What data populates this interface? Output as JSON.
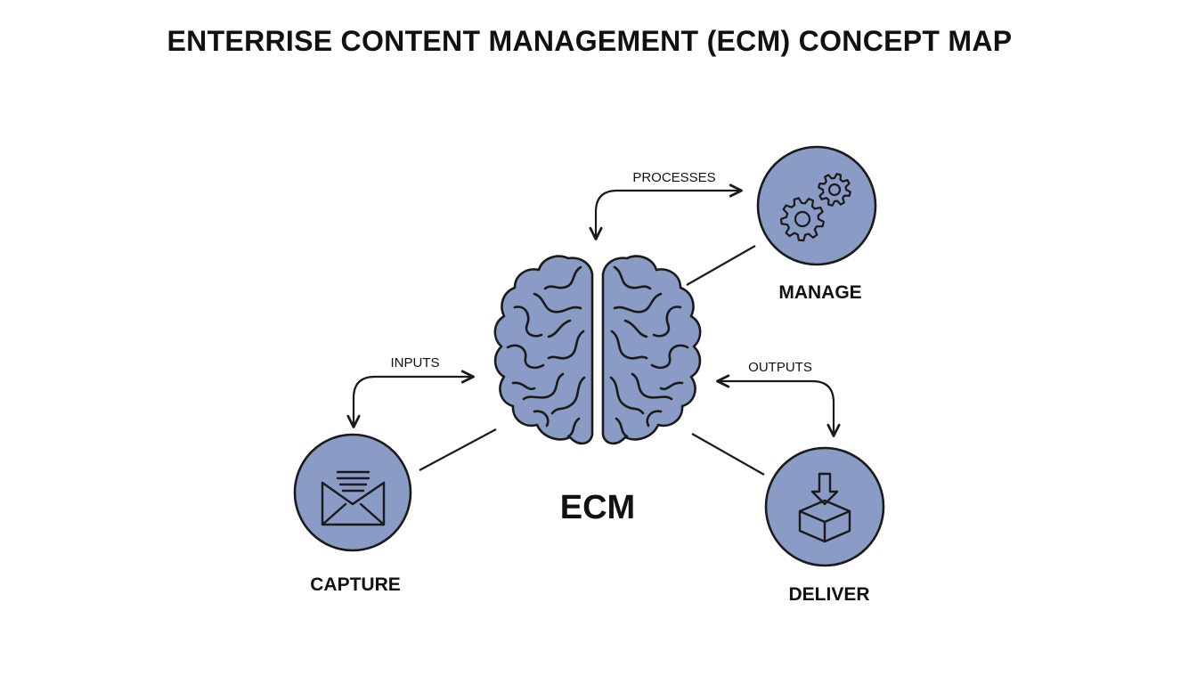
{
  "title": "ENTERRISE CONTENT MANAGEMENT (ECM) CONCEPT MAP",
  "center_label": "ECM",
  "nodes": {
    "capture": "CAPTURE",
    "manage": "MANAGE",
    "deliver": "DELIVER"
  },
  "flows": {
    "inputs": "INPUTS",
    "processes": "PROCESSES",
    "outputs": "OUTPUTS"
  },
  "colors": {
    "fill": "#8a9bc6",
    "stroke": "#1a1a1a"
  },
  "icons": {
    "center": "brain-icon",
    "capture": "envelope-icon",
    "manage": "gears-icon",
    "deliver": "box-download-icon"
  }
}
